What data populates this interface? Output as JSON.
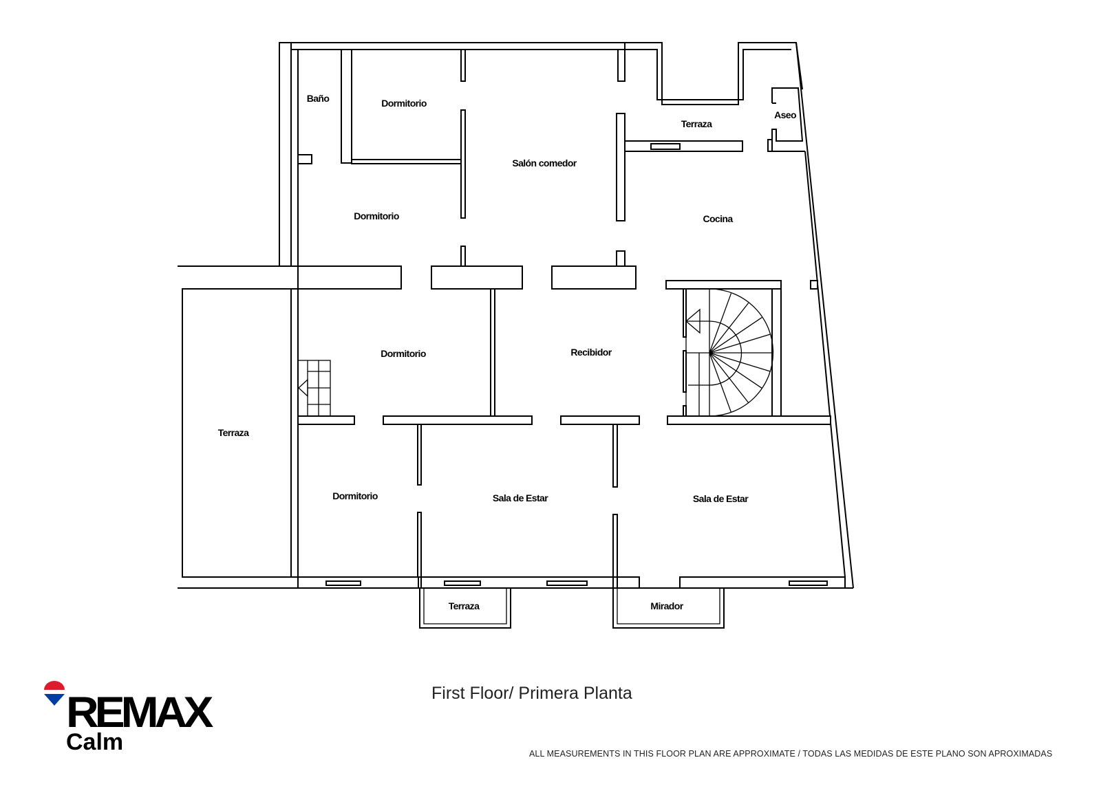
{
  "plan": {
    "rooms": {
      "bano": "Baño",
      "dormitorio_1": "Dormitorio",
      "salon_comedor": "Salón comedor",
      "terraza_cocina": "Terraza",
      "aseo": "Aseo",
      "dormitorio_2": "Dormitorio",
      "cocina": "Cocina",
      "dormitorio_3": "Dormitorio",
      "recibidor": "Recibidor",
      "terraza_left": "Terraza",
      "dormitorio_4": "Dormitorio",
      "sala_estar_1": "Sala de Estar",
      "sala_estar_2": "Sala de Estar",
      "terraza_bottom": "Terraza",
      "mirador": "Mirador"
    }
  },
  "footer": {
    "title": "First Floor/ Primera Planta",
    "note": "ALL MEASUREMENTS IN THIS FLOOR PLAN ARE APPROXIMATE / TODAS LAS MEDIDAS DE ESTE PLANO SON APROXIMADAS",
    "brand": "REMAX",
    "office": "Calm",
    "brand_colors": {
      "red": "#dc1c2e",
      "blue": "#003da5"
    }
  }
}
